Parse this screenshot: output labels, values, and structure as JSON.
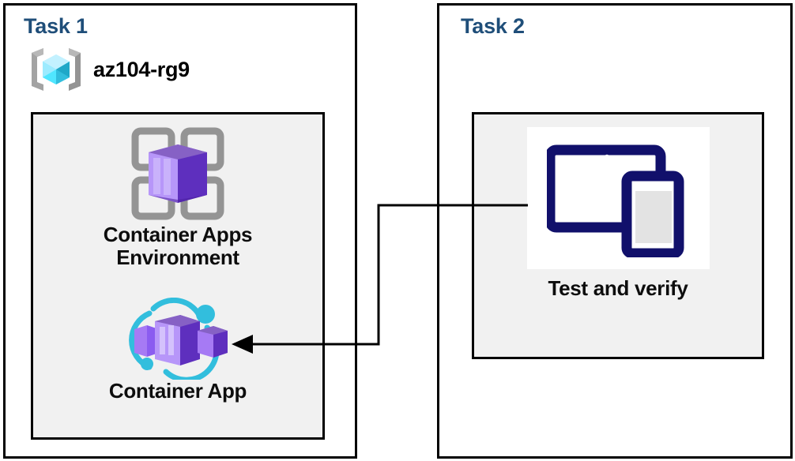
{
  "diagram": {
    "title_color": "#1F4E79",
    "background": "#ffffff",
    "panels": [
      {
        "id": "task1",
        "label": "Task 1",
        "resource_group": {
          "icon": "azure-resource-group-icon",
          "name": "az104-rg9"
        },
        "nodes": [
          {
            "icon": "container-apps-environment-icon",
            "caption_line1": "Container Apps",
            "caption_line2": "Environment"
          },
          {
            "icon": "container-app-icon",
            "caption_line1": "Container App",
            "caption_line2": ""
          }
        ]
      },
      {
        "id": "task2",
        "label": "Task 2",
        "nodes": [
          {
            "icon": "test-and-verify-devices-icon",
            "caption_line1": "Test and verify",
            "caption_line2": ""
          }
        ]
      }
    ],
    "connectors": [
      {
        "name": "test-to-container-app-arrow",
        "from": "test-and-verify-devices-icon",
        "to": "container-app-icon",
        "arrowhead": "end",
        "color": "#000000"
      }
    ],
    "colors": {
      "panel_border": "#000000",
      "inner_fill": "#f1f1f1",
      "caption": "#0d0d0d",
      "azure_cyan": "#32BEDD",
      "azure_cyan_light": "#9CEBFF",
      "azure_gray": "#949494",
      "azure_purple": "#5E2FBE",
      "azure_purple_light": "#A67AF4",
      "device_navy": "#11106B"
    }
  }
}
